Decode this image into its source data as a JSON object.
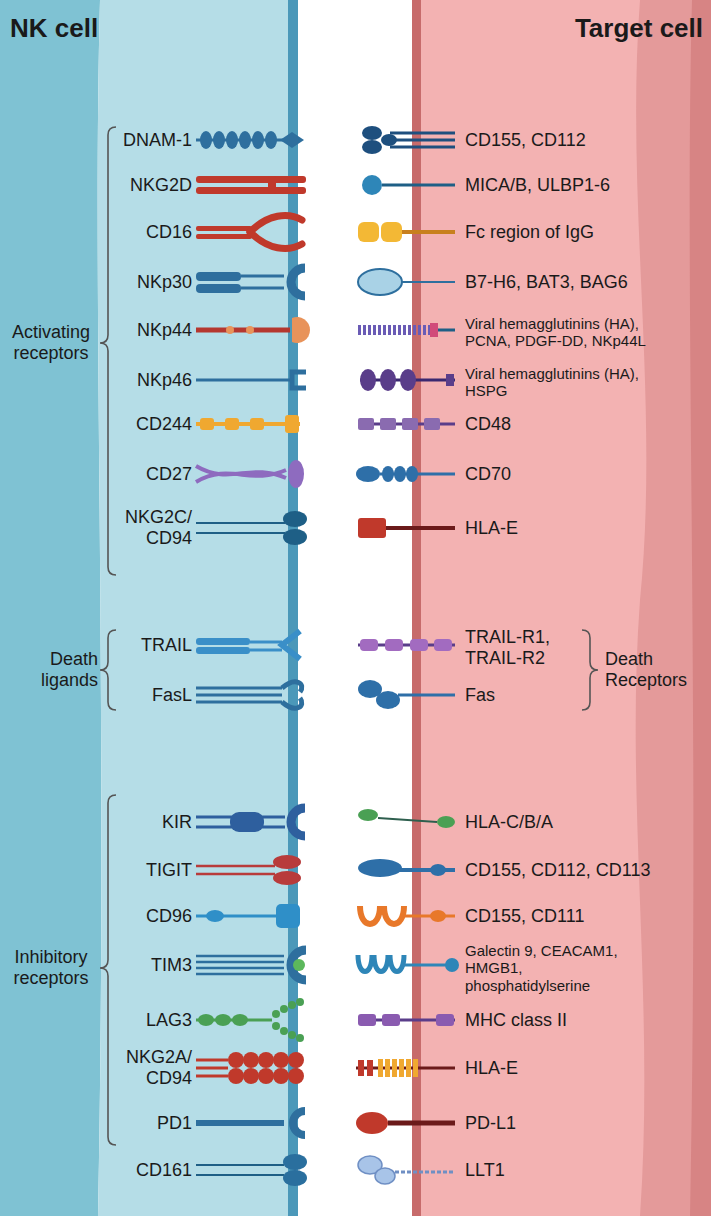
{
  "diagram": {
    "nodes": [
      {
        "text": [
          "NK cell"
        ]
      },
      {
        "text": [
          "Target cell"
        ]
      }
    ],
    "labels": [
      "Activating receptors",
      "DNAM-1",
      "CD155, CD112",
      "NKG2D",
      "MICA/B, ULBP1-6",
      "CD16",
      "Fc region of IgG",
      "NKp30",
      "B7-H6, BAT3, BAG6",
      "NKp44",
      "Viral hemagglutinins (HA), PCNA, PDGF-DD, NKp44L",
      "NKp46",
      "Viral hemagglutinins (HA), HSPG",
      "CD244",
      "CD48",
      "CD27",
      "CD70",
      "NKG2C/ CD94",
      "HLA-E",
      "Death ligands",
      "TRAIL",
      "TRAIL-R1, TRAIL-R2",
      "FasL",
      "Fas",
      "Death Receptors",
      "Inhibitory receptors",
      "KIR",
      "HLA-C/B/A",
      "TIGIT",
      "CD155, CD112, CD113",
      "CD96",
      "CD155, CD111",
      "TIM3",
      "Galectin 9, CEACAM1, HMGB1, phosphatidylserine",
      "LAG3",
      "MHC class II",
      "NKG2A/ CD94",
      "HLA-E",
      "PD1",
      "PD-L1",
      "CD161",
      "LLT1"
    ]
  }
}
